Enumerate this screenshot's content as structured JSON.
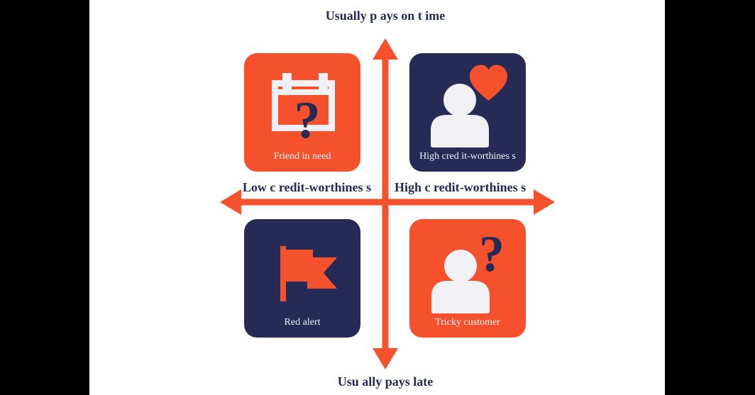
{
  "colors": {
    "orange": "#f4512c",
    "navy": "#262b55",
    "axis_label": "#252a52",
    "card_label": "#f2f2f7",
    "icon_white": "#f0f0f5",
    "background": "#ffffff",
    "letterbox": "#000000"
  },
  "axis": {
    "top_label": "Usually p ays on t ime",
    "bottom_label": "Usu ally pays late",
    "left_label": "Low c redit-worthines s",
    "right_label": "High c redit-worthines s"
  },
  "quadrants": [
    {
      "id": "top-left",
      "label": "Friend in need",
      "icon": "calendar-question-icon",
      "card_color": "orange"
    },
    {
      "id": "top-right",
      "label": "High cred it-worthines s",
      "icon": "person-heart-icon",
      "card_color": "navy"
    },
    {
      "id": "bottom-left",
      "label": "Red alert",
      "icon": "flag-icon",
      "card_color": "navy"
    },
    {
      "id": "bottom-right",
      "label": "Tricky customer",
      "icon": "person-question-icon",
      "card_color": "orange"
    }
  ],
  "icon_glyphs": {
    "question_mark": "?"
  }
}
